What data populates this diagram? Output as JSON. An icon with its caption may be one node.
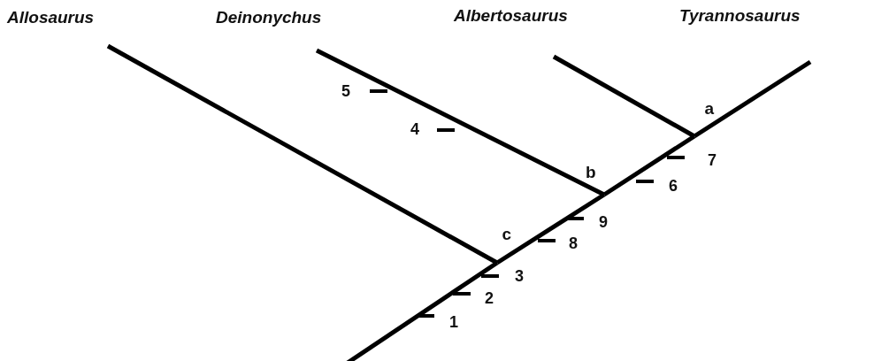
{
  "diagram": {
    "nodes": [
      {
        "text": [
          "Allosaurus"
        ]
      },
      {
        "text": [
          "Deinonychus"
        ]
      },
      {
        "text": [
          "Albertosaurus"
        ]
      },
      {
        "text": [
          "Tyrannosaurus"
        ]
      },
      {
        "text": [
          "a"
        ]
      },
      {
        "text": [
          "b"
        ]
      },
      {
        "text": [
          "c"
        ]
      }
    ],
    "edges": [
      {
        "from": null,
        "to": 6,
        "arrow": "none"
      },
      {
        "from": 6,
        "to": 0,
        "arrow": "none"
      },
      {
        "from": 6,
        "to": 5,
        "arrow": "none"
      },
      {
        "from": 5,
        "to": 1,
        "arrow": "none"
      },
      {
        "from": 5,
        "to": 4,
        "arrow": "none"
      },
      {
        "from": 4,
        "to": 2,
        "arrow": "none"
      },
      {
        "from": 4,
        "to": 3,
        "arrow": "none"
      }
    ],
    "labels": [
      "5",
      "4",
      "7",
      "6",
      "9",
      "8",
      "3",
      "2",
      "1"
    ]
  }
}
